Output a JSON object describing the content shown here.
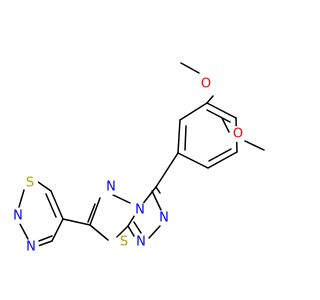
{
  "colors": {
    "bond": "#000000",
    "oxygen": "#ff0000",
    "nitrogen": "#0000ff",
    "sulfur": "#b8a000",
    "background": "#ffffff"
  },
  "atoms": [
    {
      "id": "o1",
      "label": "O",
      "element": "oxygen"
    },
    {
      "id": "o2",
      "label": "O",
      "element": "oxygen"
    },
    {
      "id": "s_thiadiazole_ring",
      "label": "S",
      "element": "sulfur"
    },
    {
      "id": "s_fused_ring",
      "label": "S",
      "element": "sulfur"
    },
    {
      "id": "n_td1",
      "label": "N",
      "element": "nitrogen"
    },
    {
      "id": "n_td2",
      "label": "N",
      "element": "nitrogen"
    },
    {
      "id": "n_fused_a",
      "label": "N",
      "element": "nitrogen"
    },
    {
      "id": "n_fused_b",
      "label": "N",
      "element": "nitrogen"
    },
    {
      "id": "n_tri1",
      "label": "N",
      "element": "nitrogen"
    },
    {
      "id": "n_tri2",
      "label": "N",
      "element": "nitrogen"
    }
  ]
}
